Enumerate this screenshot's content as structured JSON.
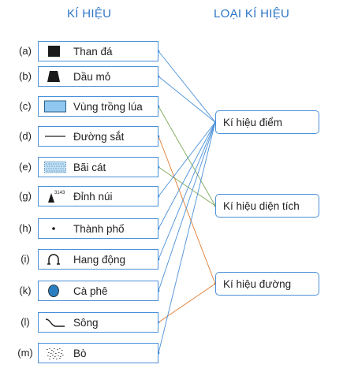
{
  "headings": {
    "left": "KÍ HIỆU",
    "right": "LOẠI KÍ HIỆU"
  },
  "symbols": [
    {
      "letter": "(a)",
      "label": "Than đá",
      "icon": "black-square-icon"
    },
    {
      "letter": "(b)",
      "label": "Dầu mỏ",
      "icon": "black-trapezoid-icon"
    },
    {
      "letter": "(c)",
      "label": "Vùng trồng lúa",
      "icon": "blue-rectangle-icon"
    },
    {
      "letter": "(d)",
      "label": "Đường sắt",
      "icon": "horizontal-line-icon"
    },
    {
      "letter": "(e)",
      "label": "Bãi cát",
      "icon": "dotted-rectangle-icon"
    },
    {
      "letter": "(g)",
      "label": "Đỉnh núi",
      "icon": "peak-triangle-icon",
      "elevation": "3143"
    },
    {
      "letter": "(h)",
      "label": "Thành phố",
      "icon": "dot-icon"
    },
    {
      "letter": "(i)",
      "label": "Hang động",
      "icon": "cave-arch-icon"
    },
    {
      "letter": "(k)",
      "label": "Cà phê",
      "icon": "blue-oval-icon"
    },
    {
      "letter": "(l)",
      "label": "Sông",
      "icon": "river-curve-icon"
    },
    {
      "letter": "(m)",
      "label": "Bò",
      "icon": "cow-icon"
    }
  ],
  "types": [
    {
      "label": "Kí hiệu điểm"
    },
    {
      "label": "Kí hiệu diện tích"
    },
    {
      "label": "Kí hiệu đường"
    }
  ],
  "connections": [
    {
      "from": 0,
      "to": 0
    },
    {
      "from": 1,
      "to": 0
    },
    {
      "from": 2,
      "to": 1
    },
    {
      "from": 3,
      "to": 2
    },
    {
      "from": 4,
      "to": 1
    },
    {
      "from": 5,
      "to": 0
    },
    {
      "from": 6,
      "to": 0
    },
    {
      "from": 7,
      "to": 0
    },
    {
      "from": 8,
      "to": 0
    },
    {
      "from": 9,
      "to": 2
    },
    {
      "from": 10,
      "to": 0
    }
  ],
  "colors": {
    "heading": "#2e75c7",
    "box_border": "#4a90d9",
    "point_line": "#4a90d9",
    "area_line": "#7aa857",
    "line_line": "#e07a2e",
    "rice_fill": "#8ec8f0",
    "coffee_fill": "#2b7fc0",
    "sand_fill": "#bfe0f5"
  }
}
